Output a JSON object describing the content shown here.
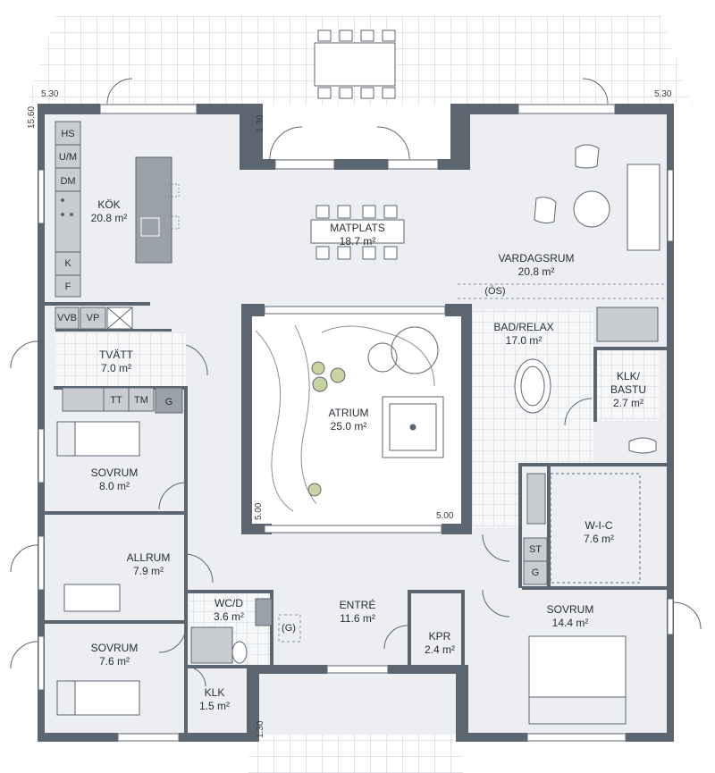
{
  "colors": {
    "wall": "#5c6670",
    "floor": "#eceef2",
    "atrium_floor": "#ffffff",
    "grid_line": "#b9bec6",
    "furniture": "#9aa1a9",
    "cabinet": "#c9cdd2",
    "text": "#2a2f36"
  },
  "rooms": {
    "kok": {
      "name": "KÖK",
      "area": "20.8 m²"
    },
    "matplats": {
      "name": "MATPLATS",
      "area": "18.7 m²"
    },
    "vardagsrum": {
      "name": "VARDAGSRUM",
      "area": "20.8 m²"
    },
    "tvatt": {
      "name": "TVÄTT",
      "area": "7.0 m²"
    },
    "atrium": {
      "name": "ATRIUM",
      "area": "25.0 m²"
    },
    "bad_relax": {
      "name": "BAD/RELAX",
      "area": "17.0 m²"
    },
    "klk_bastu": {
      "name1": "KLK/",
      "name2": "BASTU",
      "area": "2.7 m²"
    },
    "sovrum1": {
      "name": "SOVRUM",
      "area": "8.0 m²"
    },
    "allrum": {
      "name": "ALLRUM",
      "area": "7.9 m²"
    },
    "wic": {
      "name": "W-I-C",
      "area": "7.6 m²"
    },
    "wcd": {
      "name": "WC/D",
      "area": "3.6 m²"
    },
    "entre": {
      "name": "ENTRÉ",
      "area": "11.6 m²"
    },
    "kpr": {
      "name": "KPR",
      "area": "2.4 m²"
    },
    "sovrum_master": {
      "name": "SOVRUM",
      "area": "14.4 m²"
    },
    "sovrum2": {
      "name": "SOVRUM",
      "area": "7.6 m²"
    },
    "klk": {
      "name": "KLK",
      "area": "1.5 m²"
    }
  },
  "fixtures": {
    "hs": "HS",
    "um": "U/M",
    "dm": "DM",
    "k": "K",
    "f": "F",
    "vvb": "VVB",
    "vp": "VP",
    "tt": "TT",
    "tm": "TM",
    "g1": "G",
    "st": "ST",
    "g2": "G",
    "g_paren": "(G)",
    "os": "(ÖS)"
  },
  "dimensions": {
    "top_left": "5.30",
    "top_right": "5.30",
    "left_height": "15.60",
    "court_top": "1.30",
    "atrium_side": "5.00",
    "atrium_bottom": "5.00",
    "court_bottom": "1.30"
  }
}
